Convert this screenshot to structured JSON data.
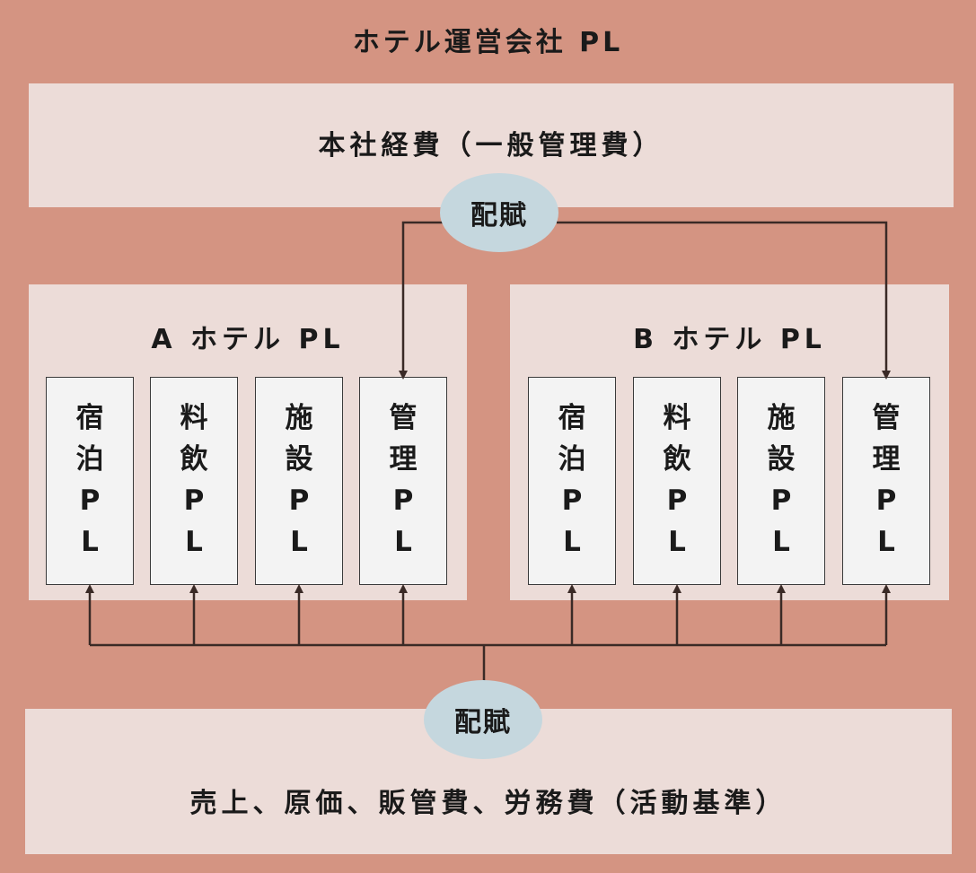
{
  "title": "ホテル運営会社 PL",
  "head_office": {
    "label": "本社経費（一般管理費）"
  },
  "allocation_top": "配賦",
  "hotel_a": {
    "label": "A ホテル PL",
    "departments": [
      {
        "chars": [
          "宿",
          "泊",
          "P",
          "L"
        ]
      },
      {
        "chars": [
          "料",
          "飲",
          "P",
          "L"
        ]
      },
      {
        "chars": [
          "施",
          "設",
          "P",
          "L"
        ]
      },
      {
        "chars": [
          "管",
          "理",
          "P",
          "L"
        ]
      }
    ]
  },
  "hotel_b": {
    "label": "B ホテル PL",
    "departments": [
      {
        "chars": [
          "宿",
          "泊",
          "P",
          "L"
        ]
      },
      {
        "chars": [
          "料",
          "飲",
          "P",
          "L"
        ]
      },
      {
        "chars": [
          "施",
          "設",
          "P",
          "L"
        ]
      },
      {
        "chars": [
          "管",
          "理",
          "P",
          "L"
        ]
      }
    ]
  },
  "allocation_bottom": "配賦",
  "costs": {
    "label": "売上、原価、販管費、労務費（活動基準）"
  },
  "colors": {
    "background": "#d49482",
    "panel": "#ecdcd8",
    "box": "#f3f3f3",
    "ellipse": "#c5d7de",
    "line": "#3a2a26"
  }
}
